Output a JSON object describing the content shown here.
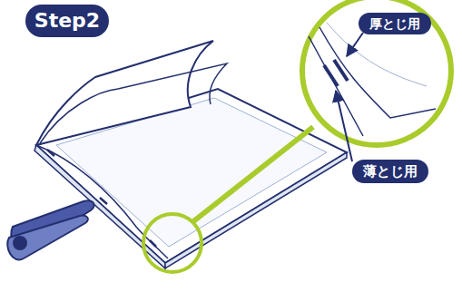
{
  "diagram": {
    "nodes": [
      {
        "text": [
          "Step2"
        ]
      },
      {
        "text": [
          "厚とじ用"
        ]
      },
      {
        "text": [
          "薄とじ用"
        ]
      }
    ]
  }
}
